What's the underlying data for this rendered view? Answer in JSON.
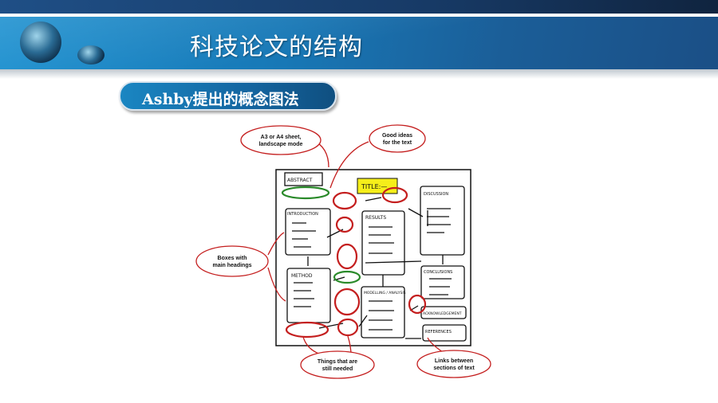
{
  "header": {
    "title": "科技论文的结构"
  },
  "subtitle": {
    "label": "Ashby提出的概念图法"
  },
  "diagram": {
    "callouts": {
      "sheet": [
        "A3 or A4 sheet,",
        "landscape mode"
      ],
      "ideas": [
        "Good ideas",
        "for the text"
      ],
      "boxes": [
        "Boxes with",
        "main headings"
      ],
      "needed": [
        "Things that are",
        "still needed"
      ],
      "links": [
        "Links between",
        "sections of text"
      ]
    },
    "sections": {
      "abstract": "ABSTRACT",
      "title": "TITLE:—",
      "introduction": "INTRODUCTION",
      "results": "RESULTS",
      "discussion": "DISCUSSION",
      "method": "METHOD",
      "modelling": "MODELLING / ANALYSIS",
      "conclusions": "CONCLUSIONS",
      "acknowledgement": "ACKNOWLEDGEMENT",
      "references": "REFERENCES"
    },
    "colors": {
      "callout": "#d42020",
      "highlight_green": "#2a8a2a",
      "title_yellow": "#f5ee1a"
    }
  }
}
